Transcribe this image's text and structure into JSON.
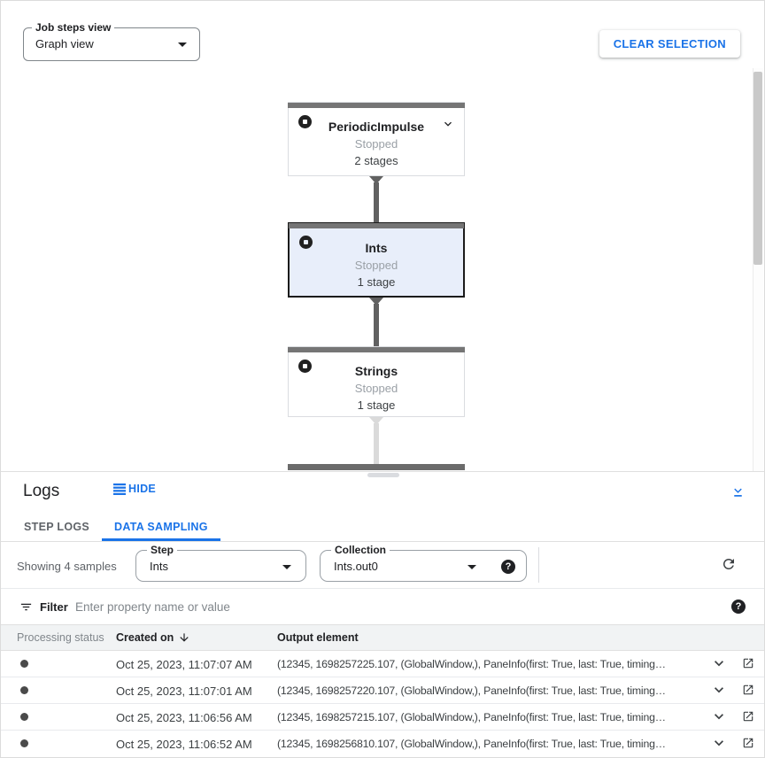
{
  "toolbar": {
    "job_steps_view": {
      "label": "Job steps view",
      "value": "Graph view"
    },
    "clear_selection": "CLEAR SELECTION"
  },
  "graph": {
    "nodes": [
      {
        "title": "PeriodicImpulse",
        "status": "Stopped",
        "stages": "2 stages",
        "selected": false
      },
      {
        "title": "Ints",
        "status": "Stopped",
        "stages": "1 stage",
        "selected": true
      },
      {
        "title": "Strings",
        "status": "Stopped",
        "stages": "1 stage",
        "selected": false
      }
    ]
  },
  "logs": {
    "title": "Logs",
    "hide": "HIDE",
    "tabs": {
      "step_logs": "STEP LOGS",
      "data_sampling": "DATA SAMPLING"
    },
    "sampling": {
      "showing": "Showing 4 samples",
      "step": {
        "label": "Step",
        "value": "Ints"
      },
      "collection": {
        "label": "Collection",
        "value": "Ints.out0"
      }
    },
    "filter": {
      "label": "Filter",
      "placeholder": "Enter property name or value"
    },
    "table": {
      "headers": {
        "status": "Processing status",
        "created": "Created on",
        "output": "Output element"
      },
      "rows": [
        {
          "created": "Oct 25, 2023, 11:07:07 AM",
          "output": "(12345, 1698257225.107, (GlobalWindow,), PaneInfo(first: True, last: True, timing…"
        },
        {
          "created": "Oct 25, 2023, 11:07:01 AM",
          "output": "(12345, 1698257220.107, (GlobalWindow,), PaneInfo(first: True, last: True, timing…"
        },
        {
          "created": "Oct 25, 2023, 11:06:56 AM",
          "output": "(12345, 1698257215.107, (GlobalWindow,), PaneInfo(first: True, last: True, timing…"
        },
        {
          "created": "Oct 25, 2023, 11:06:52 AM",
          "output": "(12345, 1698256810.107, (GlobalWindow,), PaneInfo(first: True, last: True, timing…"
        }
      ]
    }
  },
  "help_glyph": "?",
  "colors": {
    "accent_blue": "#1a73e8",
    "selected_node_bg": "#e8eefa",
    "node_bar": "#757575"
  }
}
